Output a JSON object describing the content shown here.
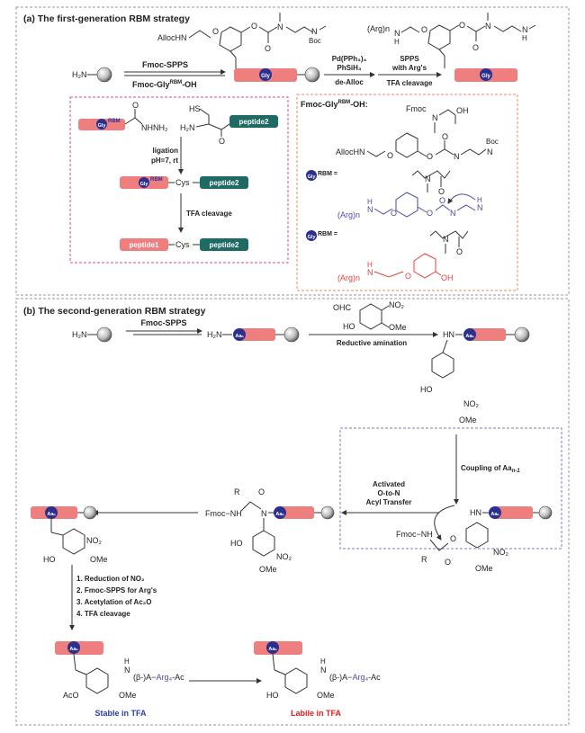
{
  "colors": {
    "peptide_pink": "#ef7f7f",
    "peptide_teal": "#1e6b66",
    "residue_navy": "#2b2f8f",
    "rbm_blue": "#4a4aa8",
    "rbm_red": "#e8403a",
    "panel_border": "#9a9a9a",
    "inner_red_border": "#d9536b",
    "inner_orange_border": "#f08a5d",
    "inner_blue_border": "#7b7bd0"
  },
  "panel_a": {
    "title": "(a) The first-generation RBM strategy",
    "resin_amine": "H₂N",
    "step1_top": "Fmoc-SPPS",
    "step1_bottom_main": "Fmoc-Gly",
    "step1_bottom_sup": "RBM",
    "step1_bottom_end": "-OH",
    "residue": "Gly",
    "alloc_group": "AllocHN",
    "boc": "Boc",
    "step2_line1": "Pd(PPh₃)₄",
    "step2_line2": "PhSiH₃",
    "step2_line3": "de-Alloc",
    "step3_top1": "SPPS",
    "step3_top2": "with Arg's",
    "step3_bottom": "TFA cleavage",
    "arg_n": "(Arg)n",
    "nh": "N",
    "h": "H",
    "ligation_box": {
      "gly_label": "Gly",
      "rbm_sup": "RBM",
      "hydrazide": "NHNH₂",
      "thiol": "HS",
      "amine": "H₂N",
      "peptide2": "peptide2",
      "step_ligation_1": "ligation",
      "step_ligation_2": "pH=7, rt",
      "cys": "Cys",
      "step_tfa": "TFA cleavage",
      "peptide1": "peptide1"
    },
    "building_block_box": {
      "title_main": "Fmoc-Gly",
      "title_sup": "RBM",
      "title_end": "-OH:",
      "fmoc": "Fmoc",
      "oh": "OH",
      "alloc": "AllocHN",
      "boc": "Boc",
      "gly_rbm_eq": "RBM =",
      "arg_n": "(Arg)n"
    }
  },
  "panel_b": {
    "title": "(b) The second-generation RBM strategy",
    "resin_amine": "H₂N",
    "step1": "Fmoc-SPPS",
    "residue": "Aaₙ",
    "aldehyde_ohc": "OHC",
    "no2": "NO₂",
    "ho": "HO",
    "ome": "OMe",
    "step_reductive": "Reductive amination",
    "hn": "HN",
    "coupling_main": "Coupling of Aa",
    "coupling_sub": "n-1",
    "acyl_1": "Activated",
    "acyl_2": "O-to-N",
    "acyl_3": "Acyl Transfer",
    "fmoc_nh": "Fmoc−NH",
    "r": "R",
    "o": "O",
    "n": "N",
    "steps": [
      "1. Reduction of NO₂",
      "2. Fmoc-SPPS for Arg's",
      "3. Acetylation of Ac₂O",
      "4. TFA cleavage"
    ],
    "aco": "AcO",
    "tail_prefix": "(β-)A−",
    "tail_arg": "Arg₄",
    "tail_suffix": "-Ac",
    "stable_label": "Stable in TFA",
    "labile_label": "Labile in TFA"
  }
}
